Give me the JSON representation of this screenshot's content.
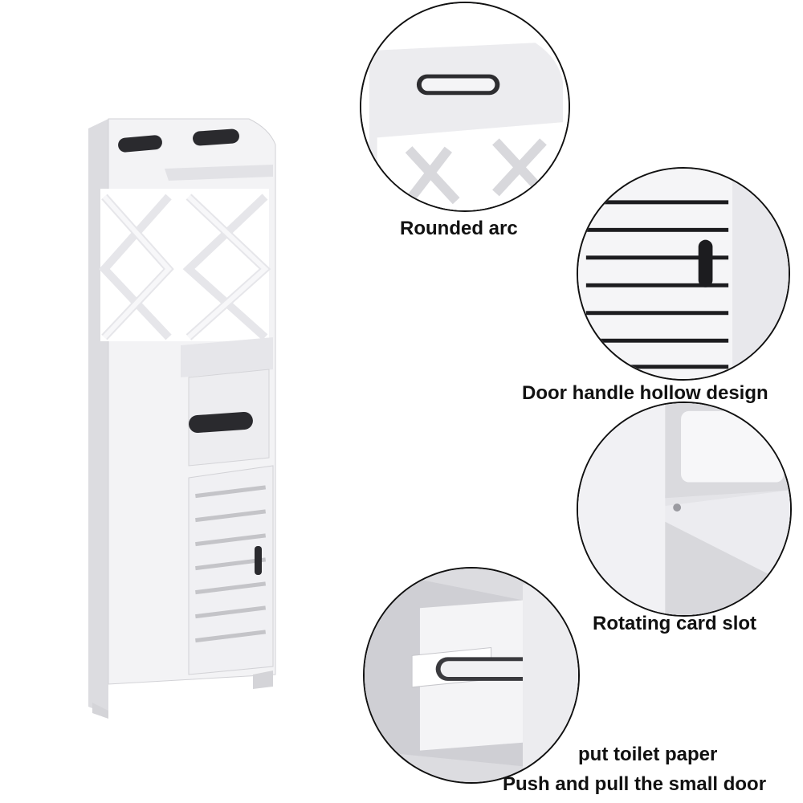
{
  "product": {
    "name_icon": "white-slim-bathroom-cabinet",
    "color": "#f2f2f4"
  },
  "details": [
    {
      "icon": "top-arc-handle-closeup",
      "caption": "Rounded arc"
    },
    {
      "icon": "door-slats-handle-closeup",
      "caption": "Door handle hollow design"
    },
    {
      "icon": "rotating-slot-closeup",
      "caption": "Rotating card slot"
    },
    {
      "icon": "drawer-closeup",
      "caption": "put toilet paper"
    }
  ],
  "extra_caption": "Push and pull the small door"
}
